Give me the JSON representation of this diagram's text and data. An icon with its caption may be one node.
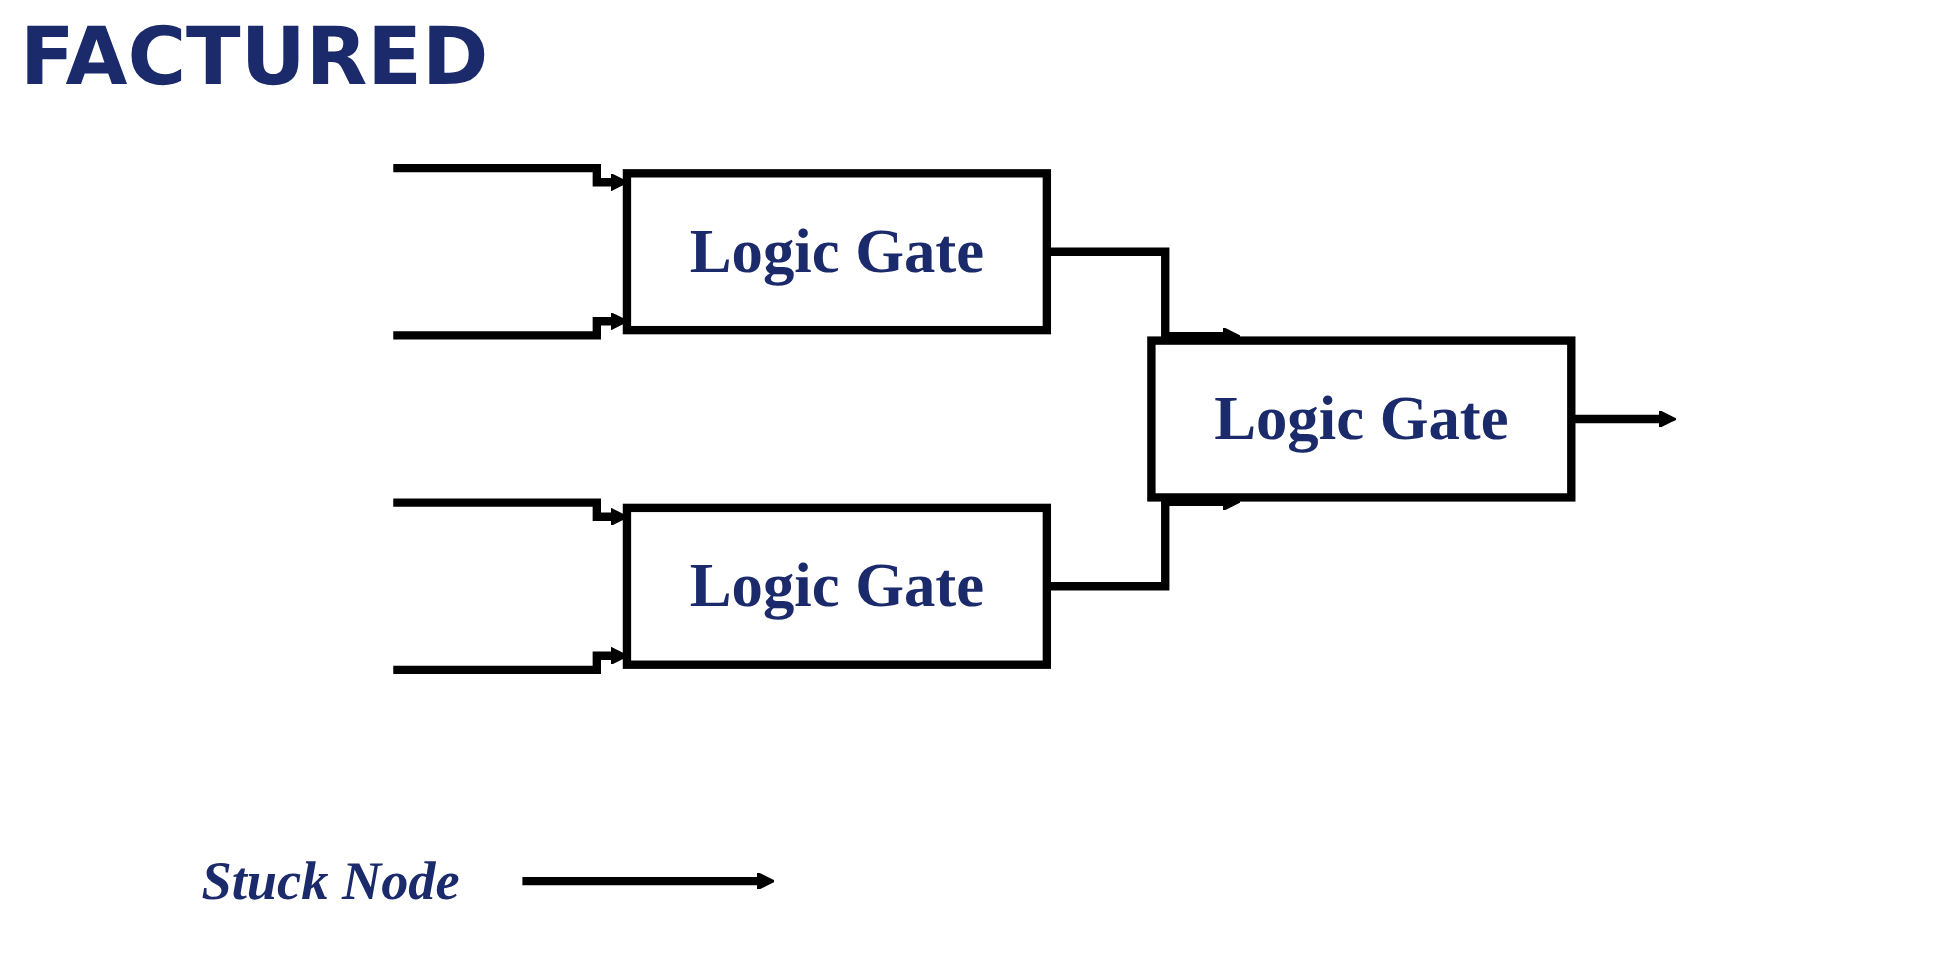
{
  "diagram": {
    "title": "FACTURED",
    "nodes": [
      {
        "text": [
          "Logic Gate"
        ]
      },
      {
        "text": [
          "Logic Gate"
        ]
      },
      {
        "text": [
          "Logic Gate"
        ]
      },
      {
        "text": [
          "Stuck Node"
        ]
      }
    ],
    "edges": [
      {
        "from": null,
        "to": 0,
        "arrow": "to"
      },
      {
        "from": null,
        "to": 0,
        "arrow": "to"
      },
      {
        "from": null,
        "to": 1,
        "arrow": "to"
      },
      {
        "from": null,
        "to": 1,
        "arrow": "to"
      },
      {
        "from": 0,
        "to": 2,
        "arrow": "to"
      },
      {
        "from": 1,
        "to": 2,
        "arrow": "to"
      },
      {
        "from": 2,
        "to": null,
        "arrow": "to"
      },
      {
        "from": 3,
        "to": null,
        "arrow": "to"
      }
    ]
  }
}
